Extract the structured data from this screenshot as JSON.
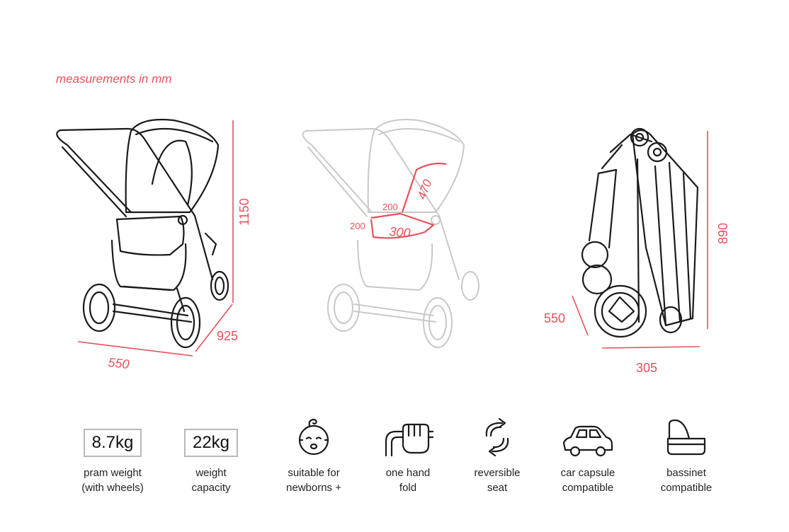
{
  "heading": "measurements in mm",
  "colors": {
    "accent": "#e8505b",
    "line": "#1a1a1a",
    "faded": "#c8c8c8"
  },
  "views": [
    {
      "name": "open-pram",
      "dimensions": {
        "height": "1150",
        "depth": "925",
        "width": "550"
      }
    },
    {
      "name": "seat",
      "dimensions": {
        "backrest": "470",
        "side_upper": "200",
        "side_lower": "200",
        "seat_depth": "300"
      }
    },
    {
      "name": "folded",
      "dimensions": {
        "height": "890",
        "depth": "550",
        "width": "305"
      }
    }
  ],
  "features": [
    {
      "icon": "weight-badge",
      "badge": "8.7kg",
      "label": [
        "pram weight",
        "(with wheels)"
      ]
    },
    {
      "icon": "weight-badge",
      "badge": "22kg",
      "label": [
        "weight",
        "capacity"
      ]
    },
    {
      "icon": "baby-face-icon",
      "label": [
        "suitable for",
        "newborns +"
      ]
    },
    {
      "icon": "hand-fold-icon",
      "label": [
        "one hand",
        "fold"
      ]
    },
    {
      "icon": "reverse-arrows-icon",
      "label": [
        "reversible",
        "seat"
      ]
    },
    {
      "icon": "car-icon",
      "label": [
        "car capsule",
        "compatible"
      ]
    },
    {
      "icon": "bassinet-icon",
      "label": [
        "bassinet",
        "compatible"
      ]
    }
  ]
}
